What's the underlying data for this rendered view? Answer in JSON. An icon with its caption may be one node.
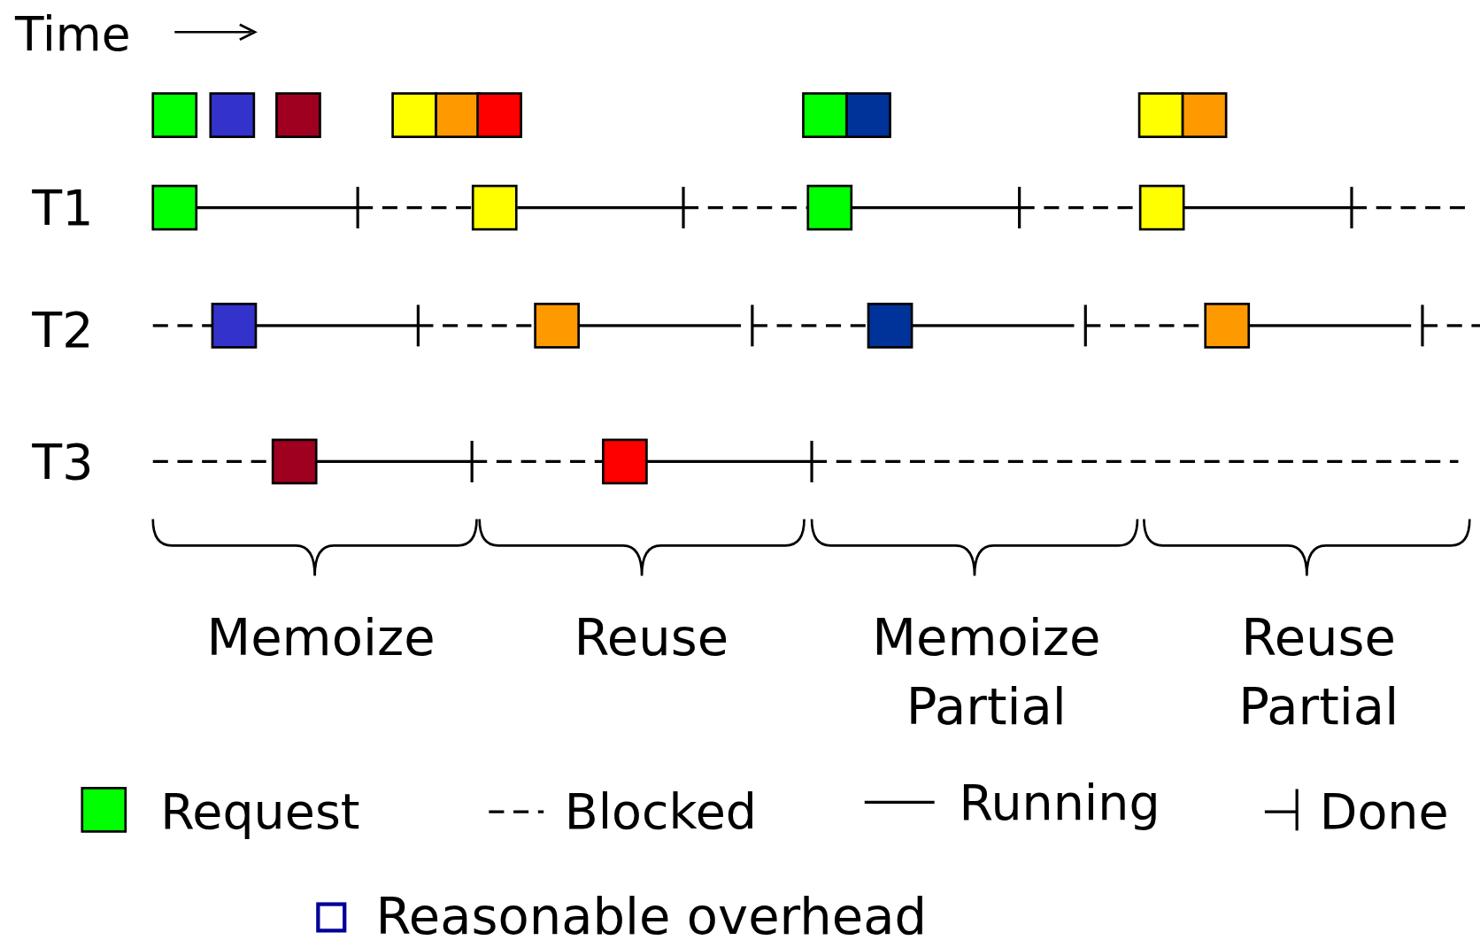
{
  "diagram": {
    "labels": [
      "Time",
      "T1",
      "T2",
      "T3",
      "Memoize",
      "Reuse",
      "Memoize Partial",
      "Reuse Partial",
      "Reasonable overhead"
    ],
    "legend": [
      {
        "text": "Request",
        "color": "#00ff00"
      },
      {
        "text": "Blocked"
      },
      {
        "text": "Running"
      },
      {
        "text": "Done"
      }
    ]
  }
}
